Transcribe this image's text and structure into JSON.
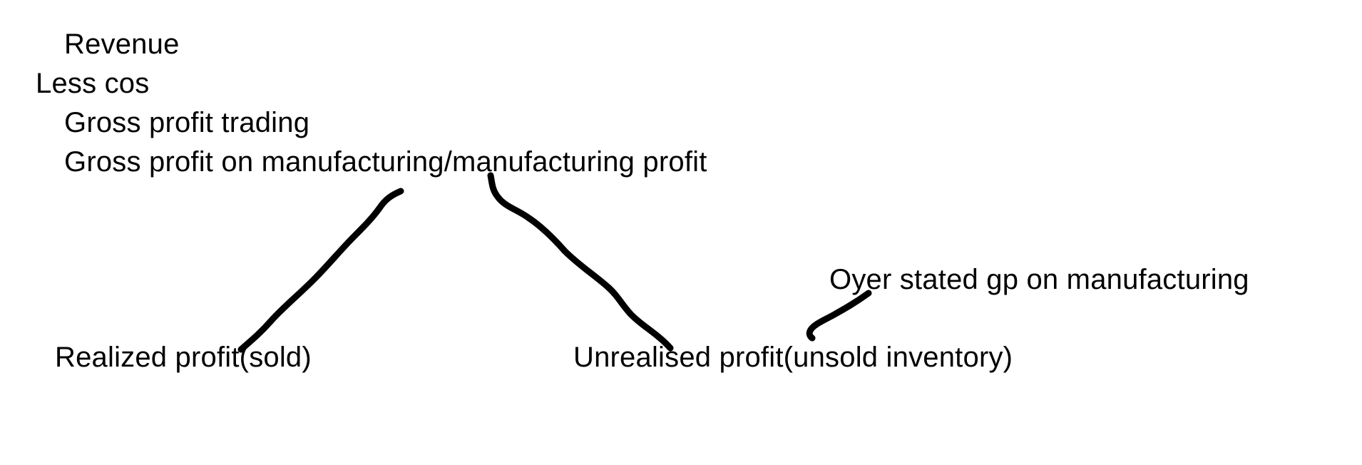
{
  "notes": {
    "revenue": "Revenue",
    "less_cos": "Less cos",
    "gross_profit_trading": "Gross profit trading",
    "gross_profit_manufacturing": "Gross profit on manufacturing/manufacturing profit",
    "over_stated": "Oyer stated gp on manufacturing",
    "realized_profit": "Realized profit(sold)",
    "unrealised_profit": "Unrealised profit(unsold inventory)"
  },
  "colors": {
    "ink": "#000000",
    "background": "#ffffff"
  }
}
